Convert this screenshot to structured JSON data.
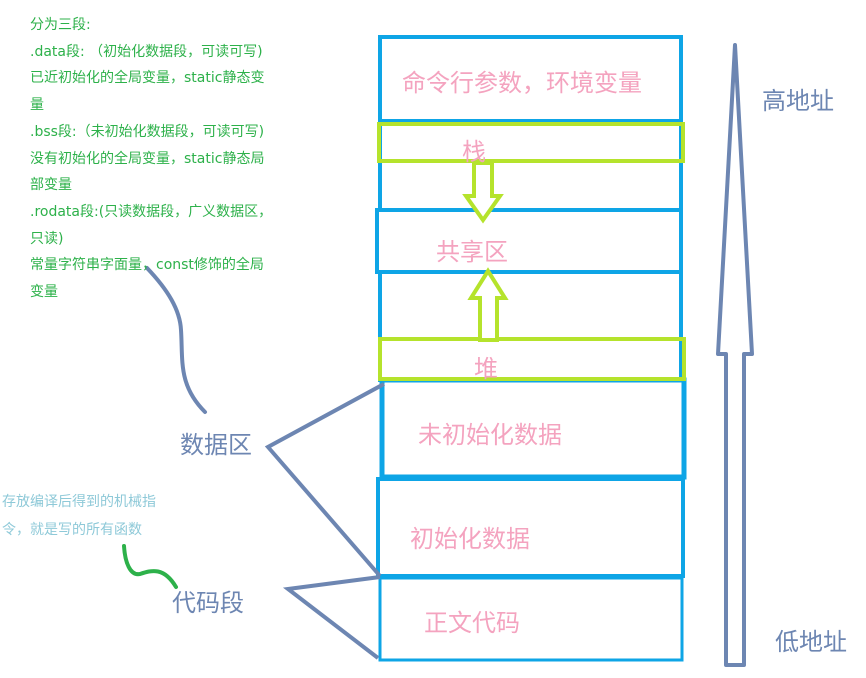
{
  "notes": {
    "data_segment_lines": [
      "分为三段:",
      ".data段: （初始化数据段，可读可写)",
      "已近初始化的全局变量，static静态变",
      "量",
      ".bss段:（未初始化数据段，可读可写)",
      "没有初始化的全局变量，static静态局",
      "部变量",
      ".rodata段:(只读数据段，广义数据区，",
      "只读)",
      "常量字符串字面量，const修饰的全局",
      "变量"
    ],
    "code_segment_lines": [
      "存放编译后得到的机械指",
      "令，就是写的所有函数"
    ]
  },
  "labels": {
    "data_area": "数据区",
    "code_segment": "代码段",
    "high_address": "高地址",
    "low_address": "低地址"
  },
  "segments": {
    "cmdline": "命令行参数，环境变量",
    "stack": "栈",
    "shared": "共享区",
    "heap": "堆",
    "bss": "未初始化数据",
    "data": "初始化数据",
    "text": "正文代码"
  },
  "colors": {
    "box_border": "#0ea5e6",
    "highlight_border": "#b5e32c",
    "pointer_lines": "#6d86b2",
    "segment_text": "#f4a3bf",
    "green_text": "#2db14a",
    "code_note_text": "#8ec9d8"
  }
}
